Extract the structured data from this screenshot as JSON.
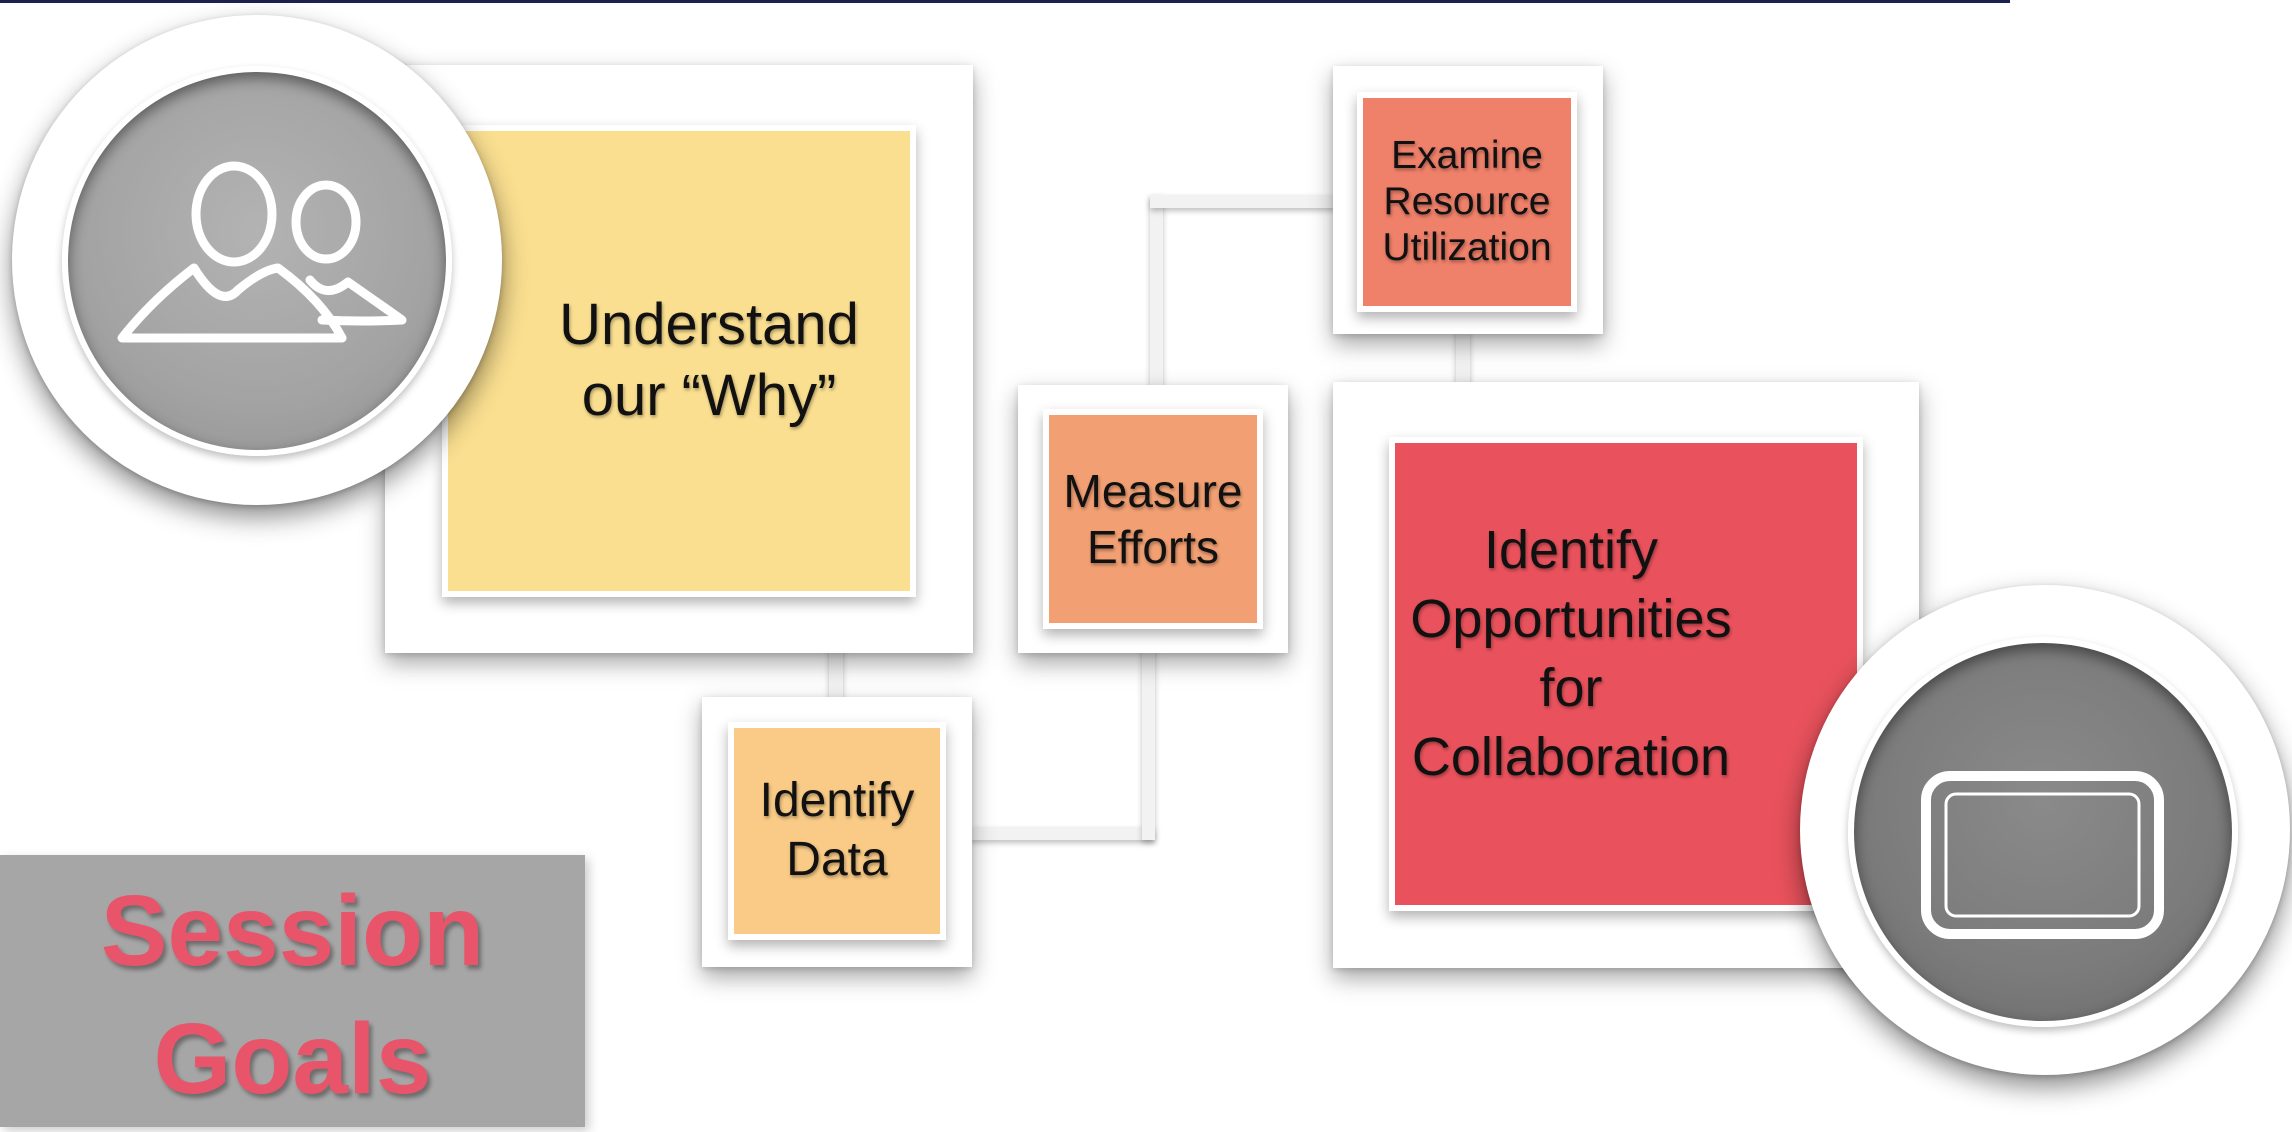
{
  "slide": {
    "title": "Session\nGoals",
    "goals": {
      "understand_why": "Understand\nour “Why”",
      "identify_data": "Identify\nData",
      "measure_efforts": "Measure\nEfforts",
      "examine_resource": "Examine\nResource\nUtilization",
      "identify_opportunities": "Identify\nOpportunities\nfor\nCollaboration"
    },
    "icons": {
      "top_left": "people-icon",
      "bottom_right": "tablet-icon"
    },
    "colors": {
      "understand_why": "#fadf90",
      "identify_data": "#f9cb86",
      "measure_efforts": "#f2a073",
      "examine_resource": "#ef806a",
      "identify_opportunities": "#e9525c",
      "title": "#e8546a",
      "title_box": "#a6a6a6",
      "disc_gray_1": "#a3a3a3",
      "disc_gray_2": "#7b7b7b"
    }
  }
}
